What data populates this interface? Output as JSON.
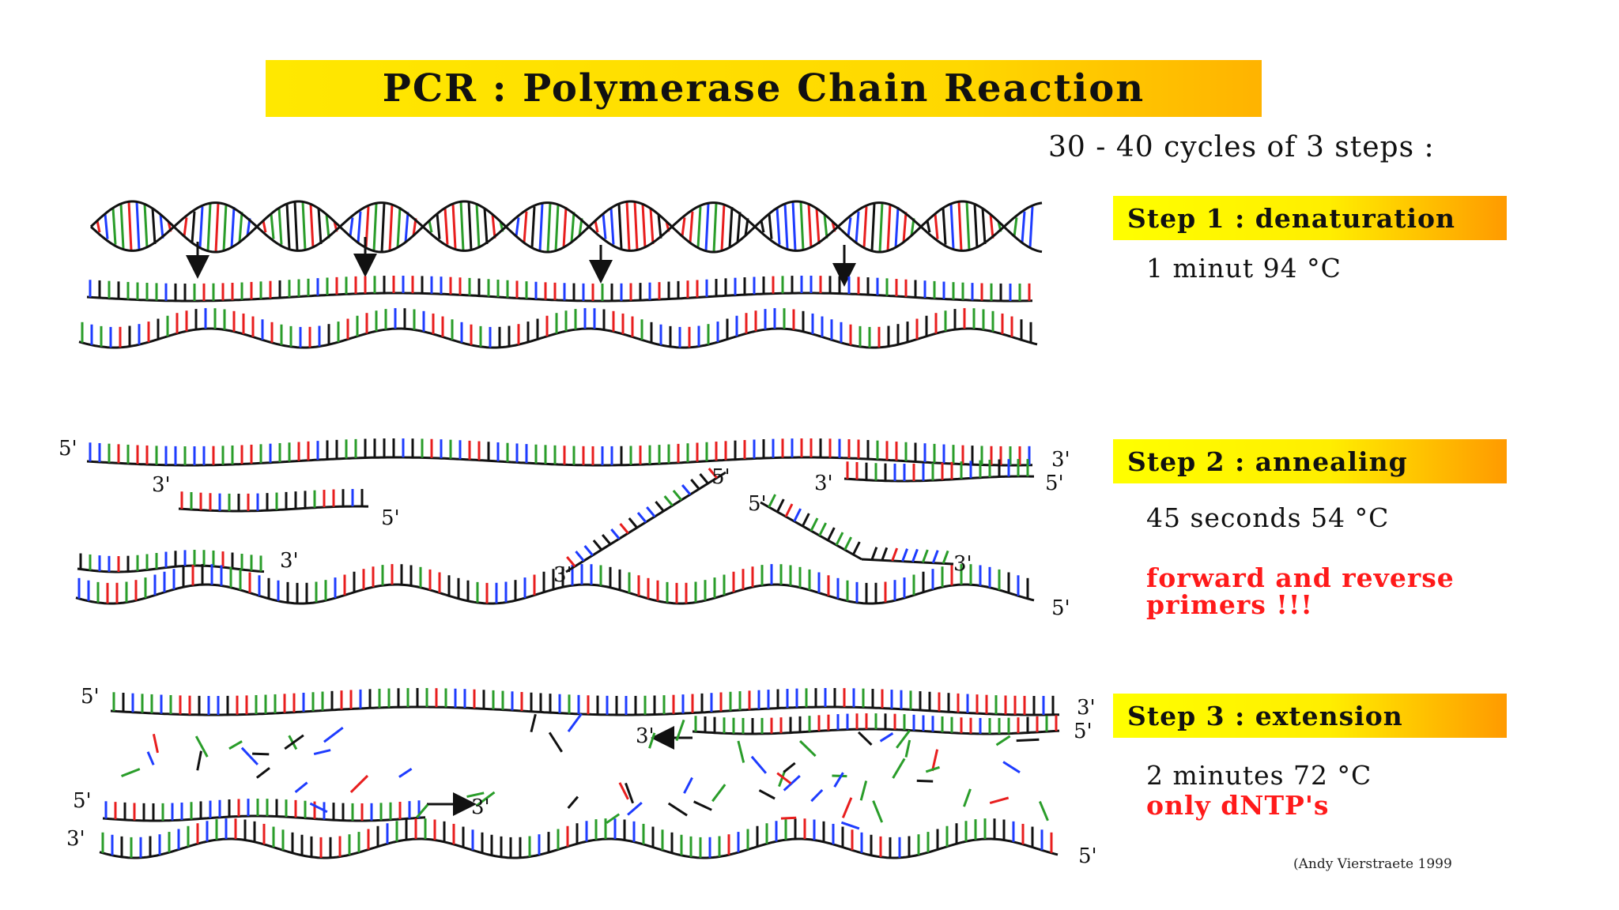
{
  "title": "PCR : Polymerase Chain Reaction",
  "cycles_text": "30 - 40 cycles of 3 steps :",
  "steps": [
    {
      "label": "Step 1 : denaturation",
      "condition": "1 minut 94 °C"
    },
    {
      "label": "Step 2 : annealing",
      "condition": "45 seconds 54 °C",
      "note_line1": "forward and reverse",
      "note_line2": "primers !!!"
    },
    {
      "label": "Step 3 : extension",
      "condition": "2 minutes 72 °C",
      "note": "only dNTP's"
    }
  ],
  "strand_labels": {
    "five_prime": "5'",
    "three_prime": "3'"
  },
  "credit": "(Andy Vierstraete 1999",
  "colors": {
    "A": "#2a9d2a",
    "B": "#e81e1e",
    "C": "#1e3cff",
    "D": "#111111",
    "title_yellow": "#ffe800",
    "step_orange": "#ff9a00"
  }
}
